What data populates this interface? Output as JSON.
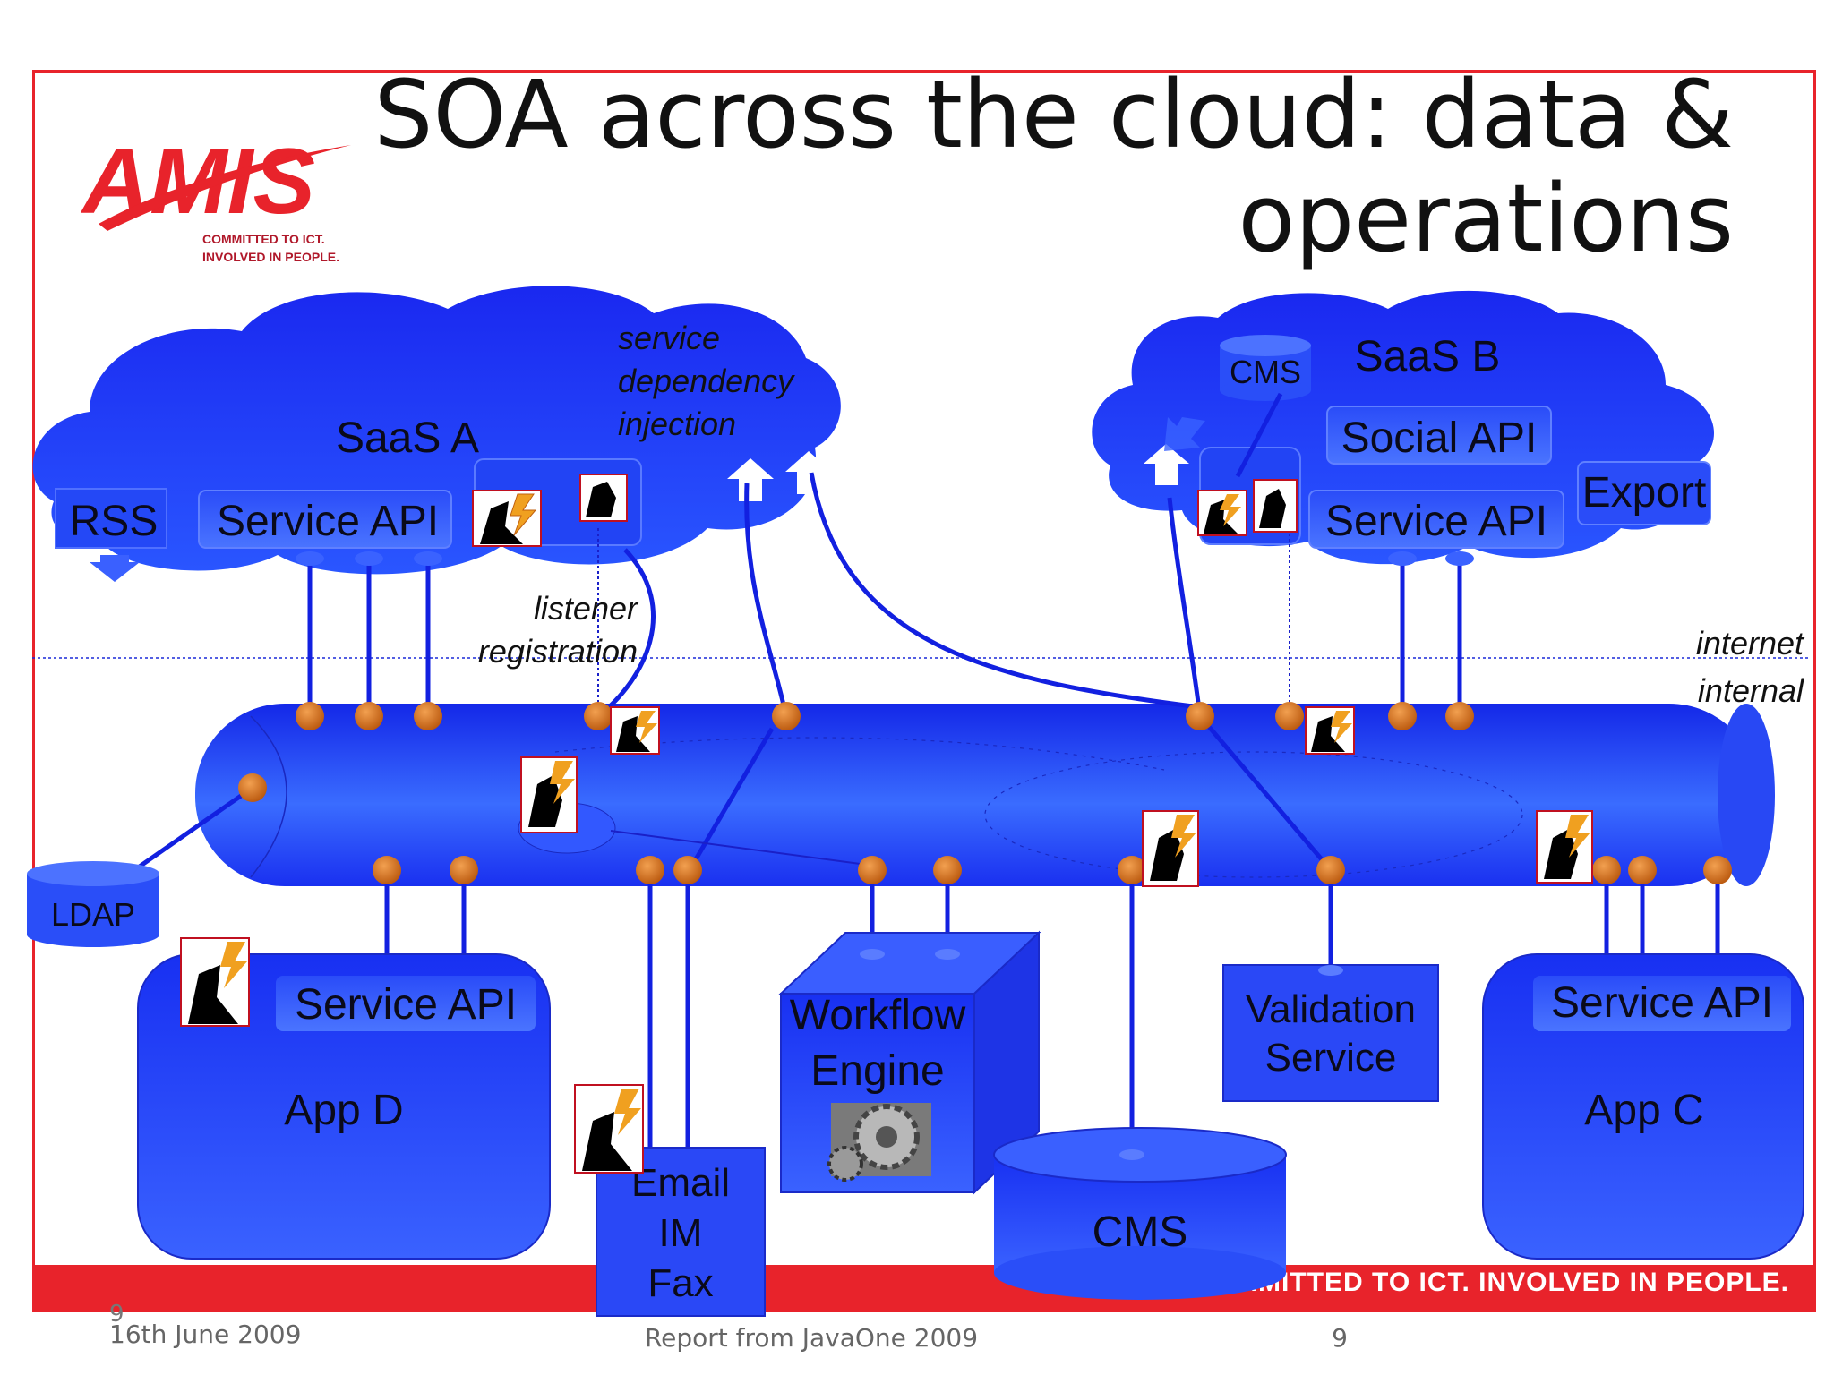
{
  "slide": {
    "title_line1": "SOA across the cloud: data &",
    "title_line2": "operations",
    "logo_text": "AMIS",
    "logo_tagline_line1": "COMMITTED TO ICT.",
    "logo_tagline_line2": "INVOLVED IN PEOPLE.",
    "band_tagline": "MMITTED TO ICT.  INVOLVED IN PEOPLE.",
    "footer_page_small": "9",
    "footer_date": "16th  June 2009",
    "footer_center": "Report from JavaOne 2009",
    "footer_page": "9"
  },
  "diagram": {
    "saas_a": {
      "name": "SaaS A",
      "rss": "RSS",
      "service_api": "Service API",
      "note_line1": "service",
      "note_line2": "dependency",
      "note_line3": "injection"
    },
    "saas_b": {
      "name": "SaaS B",
      "cms": "CMS",
      "social_api": "Social API",
      "export": "Export",
      "service_api": "Service API"
    },
    "listener_line1": "listener",
    "listener_line2": "registration",
    "zone_internet": "internet",
    "zone_internal": "internal",
    "ldap": "LDAP",
    "app_d": {
      "name": "App D",
      "service_api": "Service API"
    },
    "app_c": {
      "name": "App C",
      "service_api": "Service API"
    },
    "email_box": {
      "line1": "Email",
      "line2": "IM",
      "line3": "Fax"
    },
    "workflow": {
      "line1": "Workflow",
      "line2": "Engine"
    },
    "cms_internal": "CMS",
    "validation": {
      "line1": "Validation",
      "line2": "Service"
    }
  },
  "colors": {
    "accent_red": "#e8232b",
    "cloud_blue": "#1a34ff",
    "component_blue": "#2540f5",
    "port_orange": "#d06a18",
    "connector_blue": "#1220e0"
  }
}
